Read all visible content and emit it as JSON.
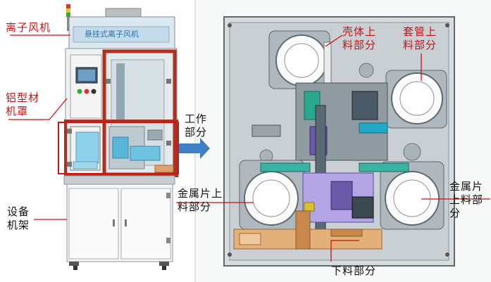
{
  "labels": {
    "ion_fan": "离子风机",
    "panel_title": "悬挂式离子风机",
    "alu_cover": [
      "铝型材",
      "机罩"
    ],
    "work_section": [
      "工作",
      "部分"
    ],
    "equip_frame": [
      "设备",
      "机架"
    ],
    "shell_feed": [
      "壳体上",
      "料部分"
    ],
    "sleeve_feed": [
      "套管上",
      "料部分"
    ],
    "metal_feed_left": [
      "金属片上",
      "料部分"
    ],
    "metal_feed_right": [
      "金属片",
      "上料部",
      "分"
    ],
    "discharge": "下料部分"
  },
  "colors": {
    "label_red": "#cc1111",
    "frame_red": "#b03020",
    "machine_gray": "#c9cfd3",
    "accent_blue": "#4a90d9",
    "accent_teal": "#2ab0a0",
    "accent_purple": "#7a5cc8",
    "accent_orange": "#d9a05a"
  }
}
